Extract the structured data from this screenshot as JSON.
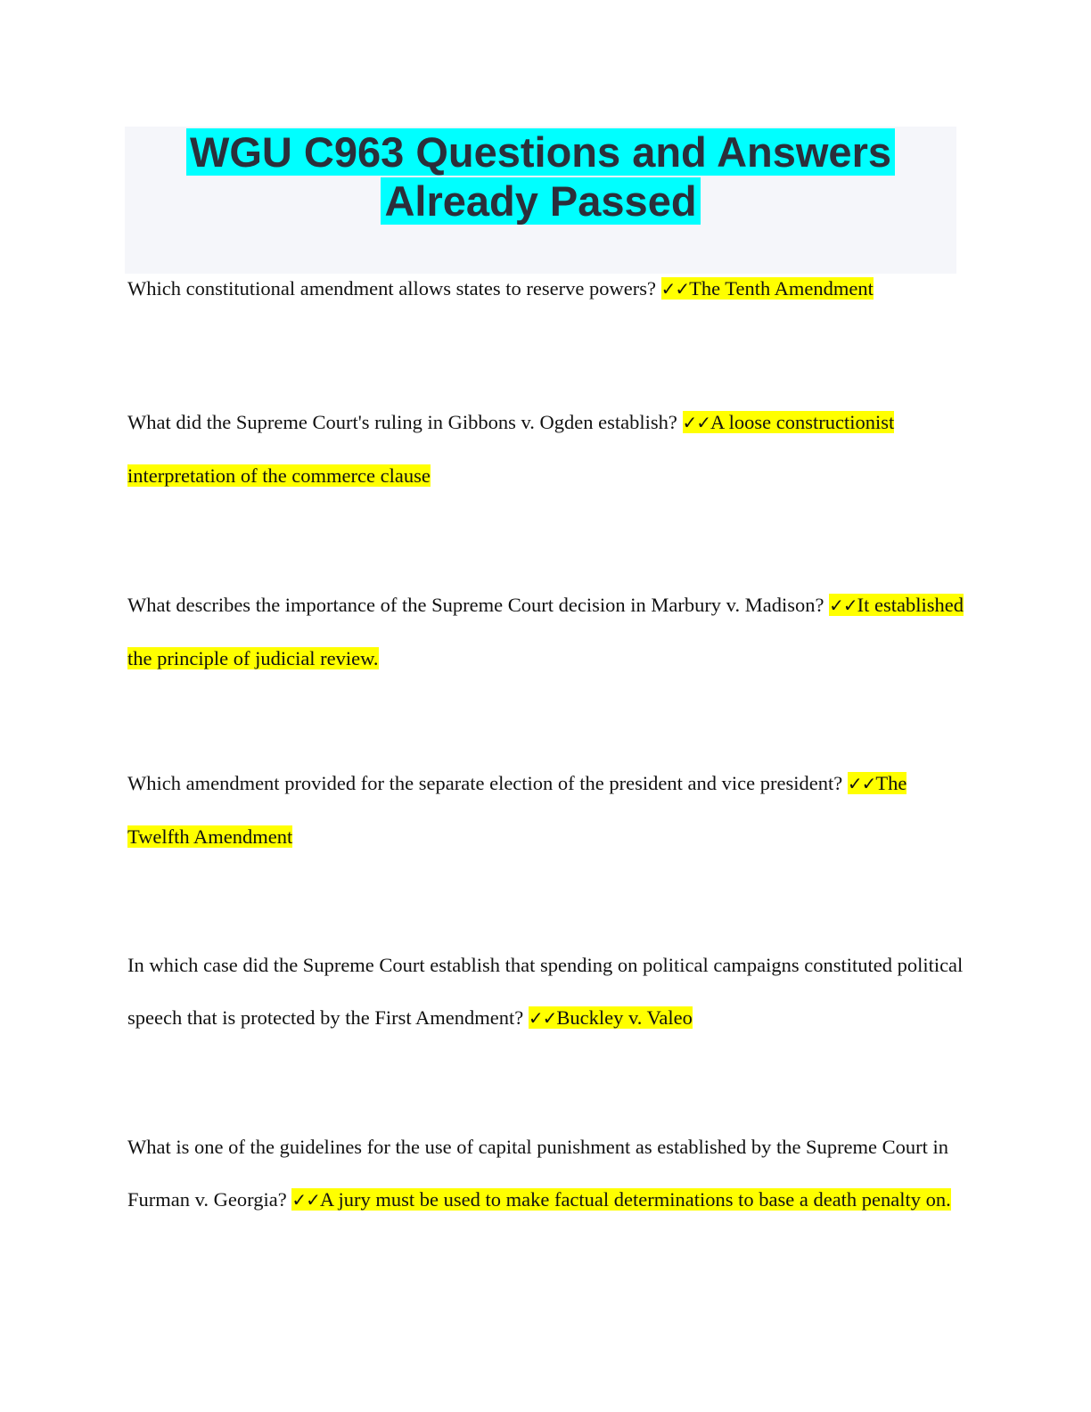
{
  "document": {
    "title": "WGU C963 Questions and Answers Already Passed",
    "check_mark": "✓✓",
    "items": [
      {
        "question": "Which constitutional amendment allows states to reserve powers?",
        "answer": "The Tenth Amendment"
      },
      {
        "question": "What did the Supreme Court's ruling in Gibbons v. Ogden establish?",
        "answer": "A loose constructionist interpretation of the commerce clause"
      },
      {
        "question": "What describes the importance of the Supreme Court decision in Marbury v. Madison?",
        "answer": "It established the principle of judicial review."
      },
      {
        "question": "Which amendment provided for the separate election of the president and vice president?",
        "answer": "The Twelfth Amendment"
      },
      {
        "question": "In which case did the Supreme Court establish that spending on political campaigns constituted political speech that is protected by the First Amendment?",
        "answer": "Buckley v. Valeo"
      },
      {
        "question": "What is one of the guidelines for the use of capital punishment as established by the Supreme Court in Furman v. Georgia?",
        "answer": "A jury must be used to make factual determinations to base a death penalty on."
      }
    ]
  }
}
